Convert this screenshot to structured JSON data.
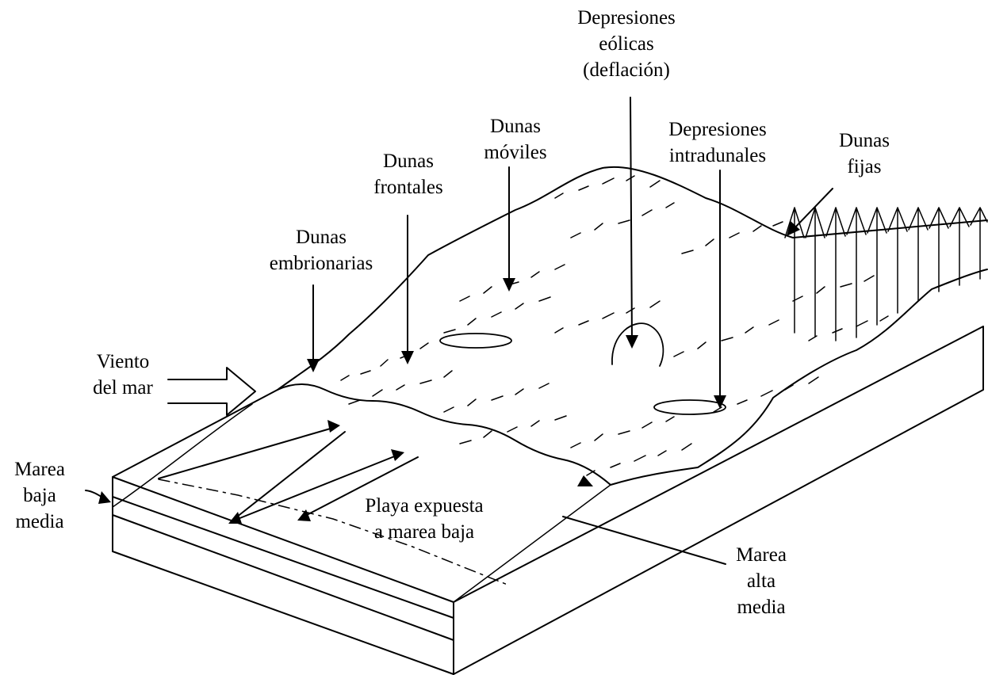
{
  "labels": {
    "depresiones_eolicas": [
      "Depresiones",
      "eólicas",
      "(deflación)"
    ],
    "dunas_moviles": [
      "Dunas",
      "móviles"
    ],
    "depresiones_intradunales": [
      "Depresiones",
      "intradunales"
    ],
    "dunas_fijas": [
      "Dunas",
      "fijas"
    ],
    "dunas_frontales": [
      "Dunas",
      "frontales"
    ],
    "dunas_embrionarias": [
      "Dunas",
      "embrionarias"
    ],
    "viento_del_mar": [
      "Viento",
      "del mar"
    ],
    "marea_baja_media": [
      "Marea",
      "baja",
      "media"
    ],
    "playa_expuesta": [
      "Playa expuesta",
      "a marea baja"
    ],
    "marea_alta_media": [
      "Marea",
      "alta",
      "media"
    ]
  },
  "colors": {
    "ink": "#000000",
    "paper": "#ffffff"
  }
}
